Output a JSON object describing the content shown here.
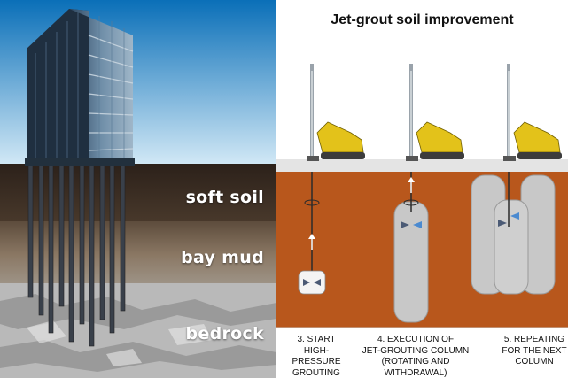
{
  "left_panel": {
    "layers": {
      "soft_soil": "soft soil",
      "bay_mud": "bay mud",
      "bedrock": "bedrock"
    }
  },
  "right_panel": {
    "title": "Jet-grout soil improvement",
    "steps": [
      {
        "line1": "3. START",
        "line2": "HIGH-PRESSURE",
        "line3": "GROUTING"
      },
      {
        "line1": "4. EXECUTION OF",
        "line2": "JET-GROUTING COLUMN",
        "line3": "(ROTATING AND WITHDRAWAL)"
      },
      {
        "line1": "5. REPEATING",
        "line2": "FOR THE NEXT",
        "line3": "COLUMN"
      }
    ]
  },
  "colors": {
    "sky_top": "#0a6fb8",
    "sky_bottom": "#cfe6f5",
    "soft_soil": "#3a2a20",
    "bay_mud": "#7a6a55",
    "bedrock": "#bdbdbd",
    "soil_orange": "#b8571c",
    "rig_yellow": "#e3c21a",
    "column_grey": "#c8c8c8"
  }
}
